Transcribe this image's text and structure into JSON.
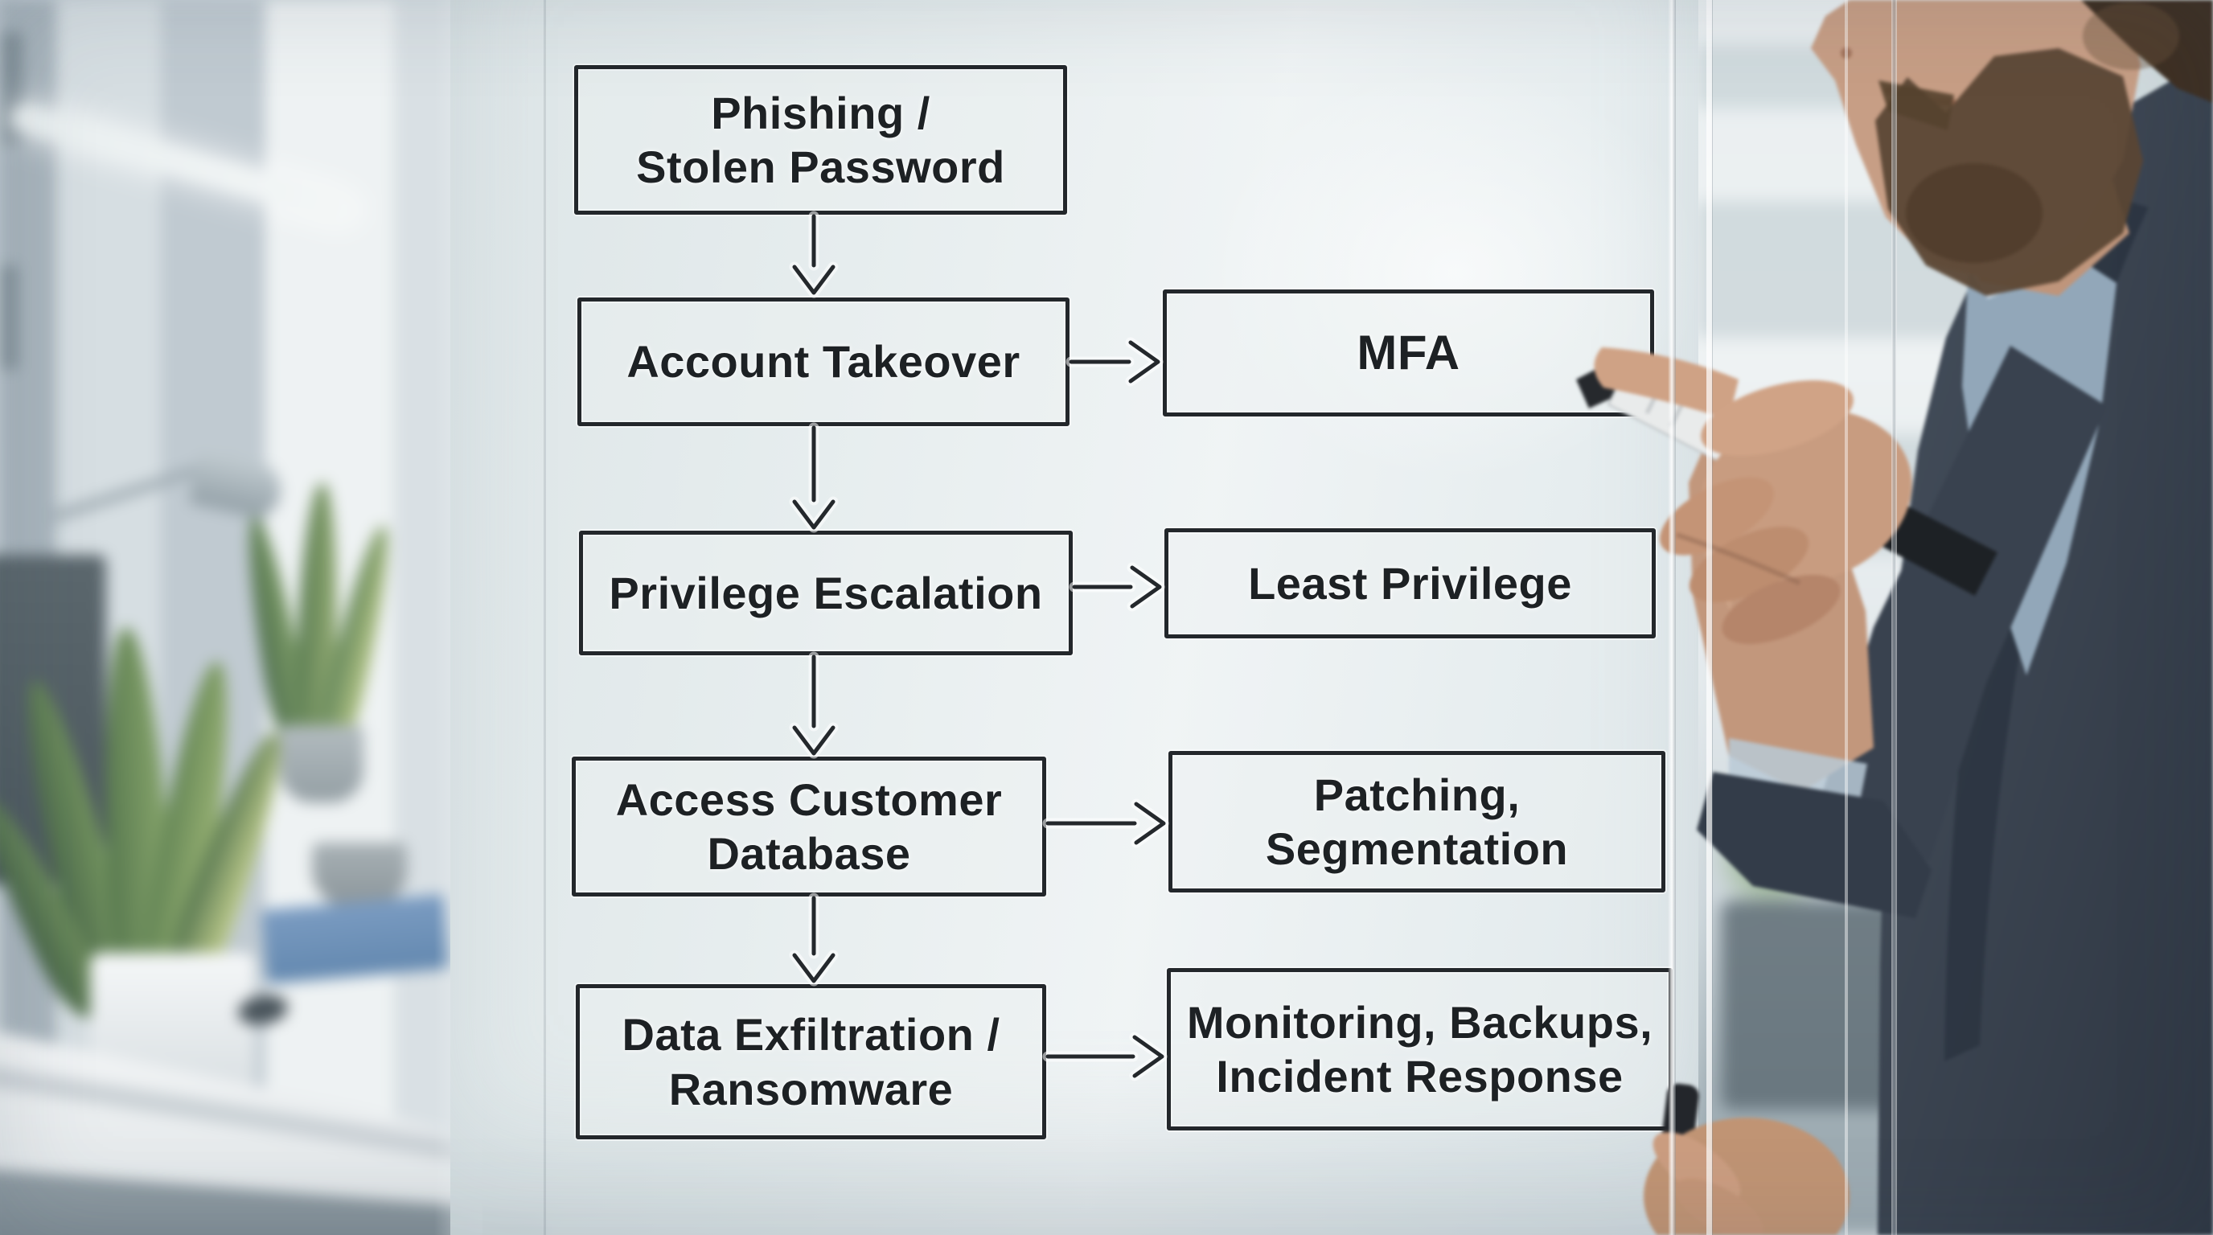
{
  "scene": {
    "description": "Businessman in a dark blazer and light blue shirt standing behind a glass whiteboard in a bright blurred office, holding a marker to a flowchart box; snake plants, white desk with blue folder, desk lamp and monitor blurred in the left background",
    "colors": {
      "ink": "#23272b",
      "glass_film": "#e6edee",
      "suit": "#3a434f",
      "shirt": "#94a9bb",
      "skin": "#c79e84",
      "beard": "#5b4735",
      "hair": "#3e2f22",
      "plant_green": "#5d7f57",
      "desk_white": "#eef1f2",
      "folder_blue": "#6f93bb",
      "marker_body": "#e9ebeb",
      "marker_cap": "#1d2125"
    }
  },
  "flowchart": {
    "type": "flowchart",
    "orientation": "vertical attack chain on left, mitigation branches to the right",
    "nodes": [
      {
        "id": "phishing",
        "label": "Phishing /\nStolen Password",
        "column": "attack",
        "row": 1
      },
      {
        "id": "takeover",
        "label": "Account Takeover",
        "column": "attack",
        "row": 2
      },
      {
        "id": "privilege",
        "label": "Privilege Escalation",
        "column": "attack",
        "row": 3
      },
      {
        "id": "database",
        "label": "Access Customer\nDatabase",
        "column": "attack",
        "row": 4
      },
      {
        "id": "exfiltration",
        "label": "Data Exfiltration /\nRansomware",
        "column": "attack",
        "row": 5
      },
      {
        "id": "mfa",
        "label": "MFA",
        "column": "mitigation",
        "row": 2
      },
      {
        "id": "leastpriv",
        "label": "Least Privilege",
        "column": "mitigation",
        "row": 3
      },
      {
        "id": "patching",
        "label": "Patching,\nSegmentation",
        "column": "mitigation",
        "row": 4
      },
      {
        "id": "monitoring",
        "label": "Monitoring, Backups,\nIncident Response",
        "column": "mitigation",
        "row": 5
      }
    ],
    "edges": [
      {
        "from": "phishing",
        "to": "takeover"
      },
      {
        "from": "takeover",
        "to": "privilege"
      },
      {
        "from": "privilege",
        "to": "database"
      },
      {
        "from": "database",
        "to": "exfiltration"
      },
      {
        "from": "takeover",
        "to": "mfa"
      },
      {
        "from": "privilege",
        "to": "leastpriv"
      },
      {
        "from": "database",
        "to": "patching"
      },
      {
        "from": "exfiltration",
        "to": "monitoring"
      }
    ]
  }
}
